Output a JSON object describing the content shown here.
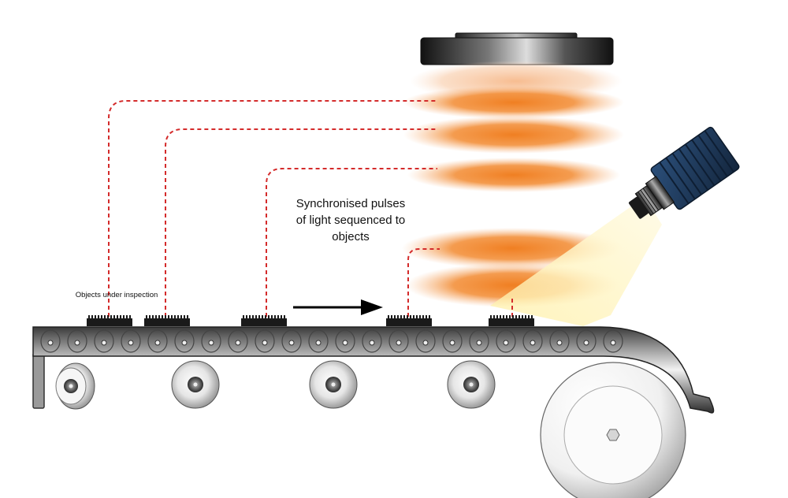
{
  "labels": {
    "pulses_line1": "Synchronised pulses",
    "pulses_line2": "of light sequenced to",
    "pulses_line3": "objects",
    "objects": "Objects under inspection"
  },
  "colors": {
    "pulse": "#f07f22",
    "dashed_link": "#d42b2b",
    "camera_body": "#1f3a5c",
    "camera_beam": "#fff3b5",
    "conveyor": "#5f5f5f"
  },
  "icons": {
    "light_source": "ring-light-icon",
    "camera": "industrial-camera-icon",
    "direction": "arrow-right-icon"
  }
}
